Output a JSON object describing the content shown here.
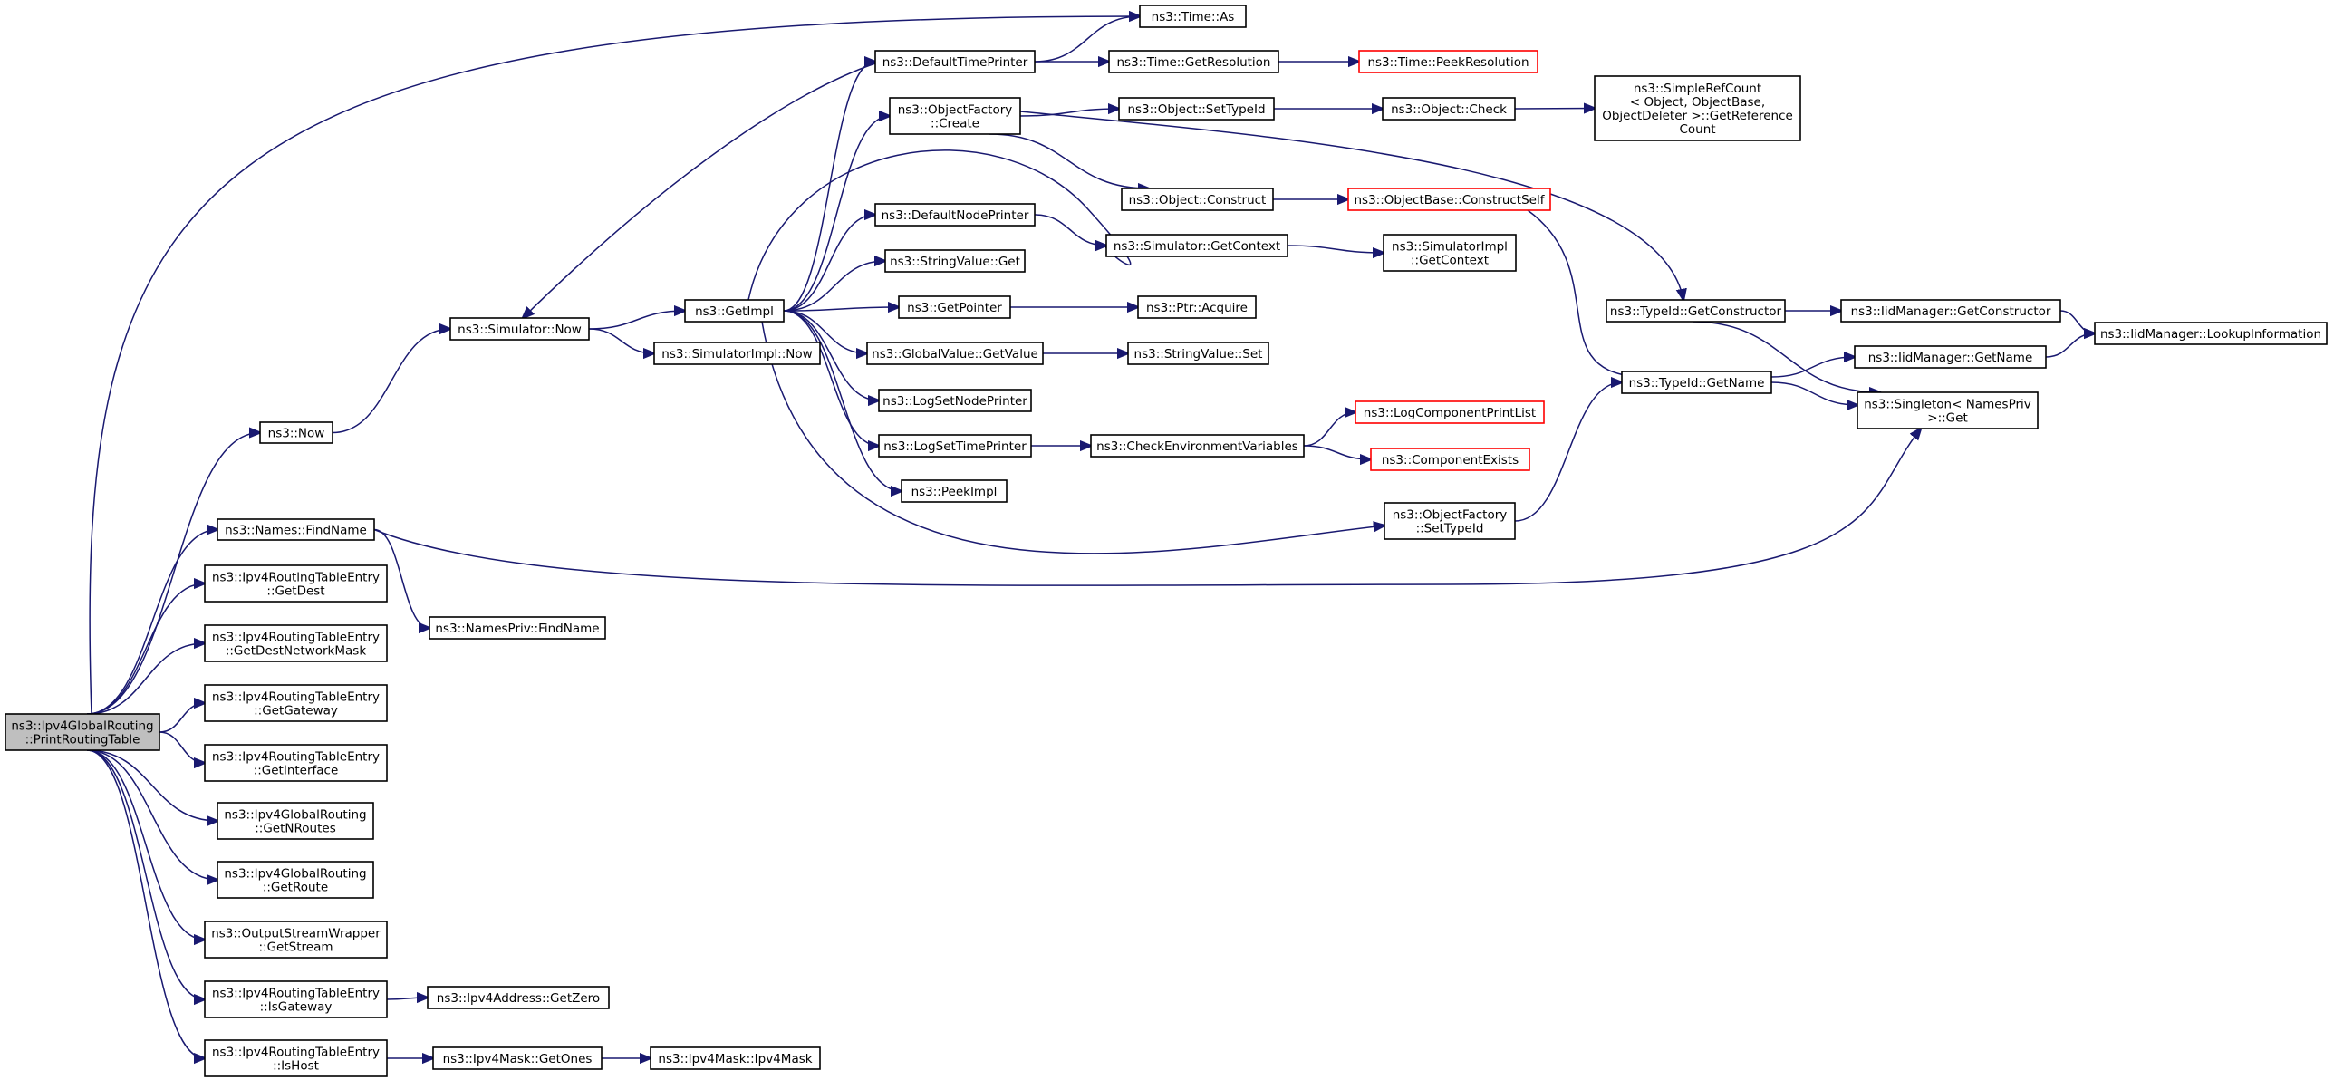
{
  "nodes": {
    "root": [
      "ns3::Ipv4GlobalRouting",
      "::PrintRoutingTable"
    ],
    "now": [
      "ns3::Now"
    ],
    "names_findname": [
      "ns3::Names::FindName"
    ],
    "getdest": [
      "ns3::Ipv4RoutingTableEntry",
      "::GetDest"
    ],
    "getdestnetworkmask": [
      "ns3::Ipv4RoutingTableEntry",
      "::GetDestNetworkMask"
    ],
    "getgateway": [
      "ns3::Ipv4RoutingTableEntry",
      "::GetGateway"
    ],
    "getinterface": [
      "ns3::Ipv4RoutingTableEntry",
      "::GetInterface"
    ],
    "getnroutes": [
      "ns3::Ipv4GlobalRouting",
      "::GetNRoutes"
    ],
    "getroute": [
      "ns3::Ipv4GlobalRouting",
      "::GetRoute"
    ],
    "getstream": [
      "ns3::OutputStreamWrapper",
      "::GetStream"
    ],
    "isgateway": [
      "ns3::Ipv4RoutingTableEntry",
      "::IsGateway"
    ],
    "ishost": [
      "ns3::Ipv4RoutingTableEntry",
      "::IsHost"
    ],
    "simulator_now": [
      "ns3::Simulator::Now"
    ],
    "namespriv_findname": [
      "ns3::NamesPriv::FindName"
    ],
    "ipv4address_getzero": [
      "ns3::Ipv4Address::GetZero"
    ],
    "ipv4mask_getones": [
      "ns3::Ipv4Mask::GetOnes"
    ],
    "ipv4mask_ipv4mask": [
      "ns3::Ipv4Mask::Ipv4Mask"
    ],
    "getimpl": [
      "ns3::GetImpl"
    ],
    "simulatorimpl_now": [
      "ns3::SimulatorImpl::Now"
    ],
    "defaulttimeprinter": [
      "ns3::DefaultTimePrinter"
    ],
    "objectfactory_create": [
      "ns3::ObjectFactory",
      "::Create"
    ],
    "defaultnodeprinter": [
      "ns3::DefaultNodePrinter"
    ],
    "stringvalue_get": [
      "ns3::StringValue::Get"
    ],
    "getpointer": [
      "ns3::GetPointer"
    ],
    "globalvalue_getvalue": [
      "ns3::GlobalValue::GetValue"
    ],
    "logsetnodeprinter": [
      "ns3::LogSetNodePrinter"
    ],
    "logsettimeprinter": [
      "ns3::LogSetTimePrinter"
    ],
    "peekimpl": [
      "ns3::PeekImpl"
    ],
    "time_as": [
      "ns3::Time::As"
    ],
    "time_getresolution": [
      "ns3::Time::GetResolution"
    ],
    "time_peekresolution": [
      "ns3::Time::PeekResolution"
    ],
    "object_settypeid": [
      "ns3::Object::SetTypeId"
    ],
    "object_check": [
      "ns3::Object::Check"
    ],
    "simplerefcount": [
      "ns3::SimpleRefCount",
      "< Object, ObjectBase,",
      "ObjectDeleter >::GetReference",
      "Count"
    ],
    "object_construct": [
      "ns3::Object::Construct"
    ],
    "objectbase_constructself": [
      "ns3::ObjectBase::ConstructSelf"
    ],
    "simulator_getcontext": [
      "ns3::Simulator::GetContext"
    ],
    "simulatorimpl_getcontext": [
      "ns3::SimulatorImpl",
      "::GetContext"
    ],
    "ptr_acquire": [
      "ns3::Ptr::Acquire"
    ],
    "stringvalue_set": [
      "ns3::StringValue::Set"
    ],
    "checkenvironmentvariables": [
      "ns3::CheckEnvironmentVariables"
    ],
    "logcomponentprintlist": [
      "ns3::LogComponentPrintList"
    ],
    "componentexists": [
      "ns3::ComponentExists"
    ],
    "objectfactory_settypeid": [
      "ns3::ObjectFactory",
      "::SetTypeId"
    ],
    "typeid_getconstructor": [
      "ns3::TypeId::GetConstructor"
    ],
    "typeid_getname": [
      "ns3::TypeId::GetName"
    ],
    "iidmanager_getconstructor": [
      "ns3::IidManager::GetConstructor"
    ],
    "iidmanager_getname": [
      "ns3::IidManager::GetName"
    ],
    "singleton_get": [
      "ns3::Singleton< NamesPriv",
      ">::Get"
    ],
    "iidmanager_lookupinformation": [
      "ns3::IidManager::LookupInformation"
    ]
  },
  "edges": [
    [
      "root",
      "now"
    ],
    [
      "root",
      "names_findname"
    ],
    [
      "root",
      "getdest"
    ],
    [
      "root",
      "getdestnetworkmask"
    ],
    [
      "root",
      "getgateway"
    ],
    [
      "root",
      "getinterface"
    ],
    [
      "root",
      "getnroutes"
    ],
    [
      "root",
      "getroute"
    ],
    [
      "root",
      "getstream"
    ],
    [
      "root",
      "isgateway"
    ],
    [
      "root",
      "ishost"
    ],
    [
      "root",
      "time_as"
    ],
    [
      "now",
      "simulator_now"
    ],
    [
      "names_findname",
      "namespriv_findname"
    ],
    [
      "names_findname",
      "singleton_get"
    ],
    [
      "isgateway",
      "ipv4address_getzero"
    ],
    [
      "ishost",
      "ipv4mask_getones"
    ],
    [
      "ipv4mask_getones",
      "ipv4mask_ipv4mask"
    ],
    [
      "simulator_now",
      "getimpl"
    ],
    [
      "simulator_now",
      "simulatorimpl_now"
    ],
    [
      "getimpl",
      "defaulttimeprinter"
    ],
    [
      "getimpl",
      "objectfactory_create"
    ],
    [
      "getimpl",
      "defaultnodeprinter"
    ],
    [
      "getimpl",
      "stringvalue_get"
    ],
    [
      "getimpl",
      "getpointer"
    ],
    [
      "getimpl",
      "globalvalue_getvalue"
    ],
    [
      "getimpl",
      "logsetnodeprinter"
    ],
    [
      "getimpl",
      "logsettimeprinter"
    ],
    [
      "getimpl",
      "peekimpl"
    ],
    [
      "getimpl",
      "simulator_getcontext"
    ],
    [
      "getimpl",
      "objectfactory_settypeid"
    ],
    [
      "defaulttimeprinter",
      "time_as"
    ],
    [
      "defaulttimeprinter",
      "time_getresolution"
    ],
    [
      "defaulttimeprinter",
      "simulator_now"
    ],
    [
      "time_getresolution",
      "time_peekresolution"
    ],
    [
      "objectfactory_create",
      "object_settypeid"
    ],
    [
      "objectfactory_create",
      "object_construct"
    ],
    [
      "objectfactory_create",
      "typeid_getconstructor"
    ],
    [
      "object_settypeid",
      "object_check"
    ],
    [
      "object_check",
      "simplerefcount"
    ],
    [
      "object_construct",
      "objectbase_constructself"
    ],
    [
      "objectbase_constructself",
      "typeid_getname"
    ],
    [
      "defaultnodeprinter",
      "simulator_getcontext"
    ],
    [
      "simulator_getcontext",
      "simulatorimpl_getcontext"
    ],
    [
      "getpointer",
      "ptr_acquire"
    ],
    [
      "globalvalue_getvalue",
      "stringvalue_set"
    ],
    [
      "logsettimeprinter",
      "checkenvironmentvariables"
    ],
    [
      "checkenvironmentvariables",
      "logcomponentprintlist"
    ],
    [
      "checkenvironmentvariables",
      "componentexists"
    ],
    [
      "objectfactory_settypeid",
      "typeid_getname"
    ],
    [
      "typeid_getconstructor",
      "iidmanager_getconstructor"
    ],
    [
      "typeid_getconstructor",
      "singleton_get"
    ],
    [
      "iidmanager_getconstructor",
      "iidmanager_lookupinformation"
    ],
    [
      "typeid_getname",
      "iidmanager_getname"
    ],
    [
      "typeid_getname",
      "singleton_get"
    ],
    [
      "iidmanager_getname",
      "iidmanager_lookupinformation"
    ]
  ]
}
